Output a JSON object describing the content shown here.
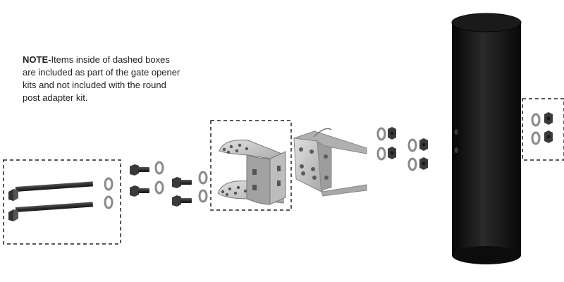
{
  "note": {
    "label": "NOTE-",
    "text": "Items inside of dashed boxes are included as part of the gate opener kits and not included with the round post adapter kit."
  },
  "colors": {
    "text": "#222222",
    "hardware": "#3a3a3a",
    "washer": "#8a8a8a",
    "bracket_light": "#c9c9c9",
    "bracket_dark": "#8c8c8c",
    "post": "#111111",
    "dashed_box": "#222222"
  },
  "parts": [
    {
      "id": "long-bolts",
      "qty": 2,
      "in_dashed_box": true
    },
    {
      "id": "washers-long-bolts",
      "qty": 2,
      "in_dashed_box": true
    },
    {
      "id": "short-bolts-a",
      "qty": 2,
      "in_dashed_box": false
    },
    {
      "id": "washers-a",
      "qty": 2,
      "in_dashed_box": false
    },
    {
      "id": "short-bolts-b",
      "qty": 2,
      "in_dashed_box": false
    },
    {
      "id": "washers-b",
      "qty": 2,
      "in_dashed_box": false
    },
    {
      "id": "u-bracket",
      "qty": 1,
      "in_dashed_box": true
    },
    {
      "id": "round-post-adapter",
      "qty": 1,
      "in_dashed_box": false
    },
    {
      "id": "nuts-washers",
      "qty": 4,
      "in_dashed_box": false
    },
    {
      "id": "round-post",
      "qty": 1,
      "in_dashed_box": false
    },
    {
      "id": "nuts-washers-right",
      "qty": 2,
      "in_dashed_box": true
    }
  ]
}
